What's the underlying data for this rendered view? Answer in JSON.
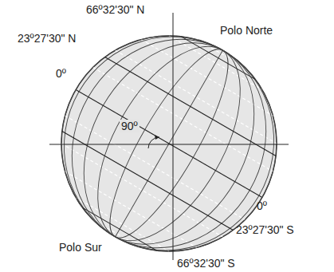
{
  "diagram": {
    "labels": [
      "66º32'30\" N",
      "Polo Norte",
      "23º27'30\" N",
      "0º",
      "90º",
      "0º",
      "23º27'30\" S",
      "Polo Sur",
      "66º32'30\" S"
    ]
  }
}
